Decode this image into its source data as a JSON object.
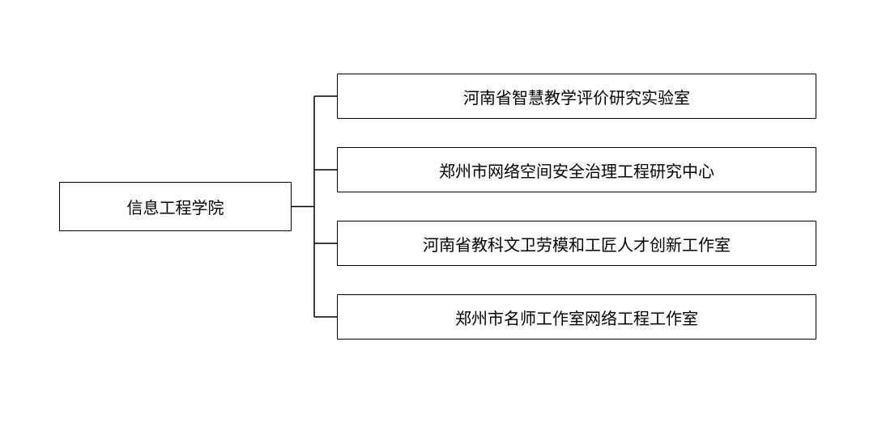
{
  "diagram": {
    "root": {
      "label": "信息工程学院"
    },
    "children": [
      {
        "label": "河南省智慧教学评价研究实验室"
      },
      {
        "label": "郑州市网络空间安全治理工程研究中心"
      },
      {
        "label": "河南省教科文卫劳模和工匠人才创新工作室"
      },
      {
        "label": "郑州市名师工作室网络工程工作室"
      }
    ]
  },
  "colors": {
    "line": "#000000",
    "box_border": "#000000",
    "background": "#ffffff"
  }
}
